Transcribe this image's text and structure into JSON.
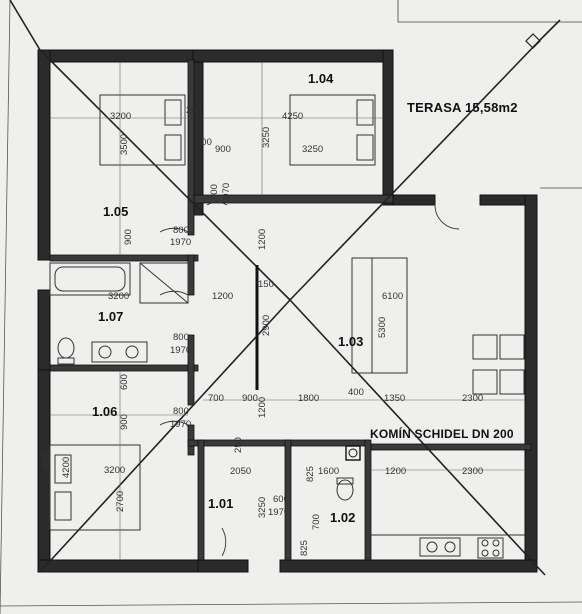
{
  "rooms": {
    "r105": "1.05",
    "r104": "1.04",
    "r107": "1.07",
    "r106": "1.06",
    "r103": "1.03",
    "r101": "1.01",
    "r102": "1.02"
  },
  "labels": {
    "terasa": "TERASA 15,58m2",
    "komin": "KOMÍN SCHIDEL DN 200"
  },
  "dims": {
    "d3200a": "3200",
    "d3500": "3500",
    "d250a": "250",
    "d300": "300",
    "d900a": "900",
    "d4250": "4250",
    "d3250a": "3250",
    "d3250b": "3250",
    "d800a": "800",
    "d1970a": "1970",
    "d800b": "800",
    "d1970b": "1970",
    "d900b": "900",
    "d1200a": "1200",
    "d3200b": "3200",
    "d1200b": "1200",
    "d150": "150",
    "d6100": "6100",
    "d5300": "5300",
    "d800c": "800",
    "d1970c": "1970",
    "d2900": "2900",
    "d600": "600",
    "d900c": "900",
    "d700": "700",
    "d900d": "900",
    "d1800": "1800",
    "d400": "400",
    "d1350": "1350",
    "d2300a": "2300",
    "d1200c": "1200",
    "d800d": "800",
    "d1970d": "1970",
    "d4200": "4200",
    "d3200c": "3200",
    "d2700": "2700",
    "d250b": "250",
    "d2050": "2050",
    "d1600": "1600",
    "d825a": "825",
    "d1200d": "1200",
    "d2300b": "2300",
    "d3250c": "3250",
    "d600b": "600",
    "d1970e": "1970",
    "d825b": "825",
    "d700b": "700",
    "d900e": "900"
  }
}
